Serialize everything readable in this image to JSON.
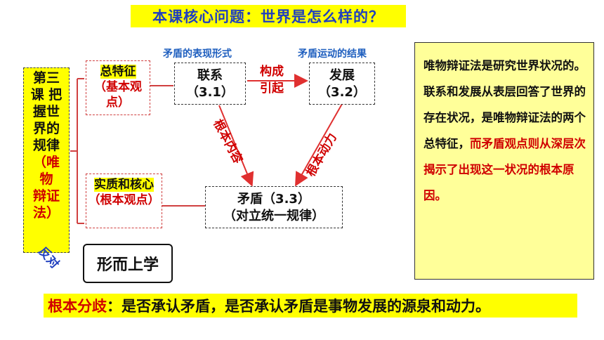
{
  "title": "本课核心问题：世界是怎么样的？",
  "left_column": {
    "lines": [
      "第三",
      "课 把",
      "握世",
      "界的",
      "规律"
    ],
    "red_lines": [
      "（唯",
      "物",
      "辩证",
      "法）"
    ]
  },
  "feature1": {
    "main": "总特征",
    "sub": "（基本观点）"
  },
  "feature2": {
    "main": "实质和核心",
    "sub": "（根本观点）"
  },
  "nodes": {
    "lianxi": {
      "name": "联系",
      "ref": "（3.1）"
    },
    "fazhan": {
      "name": "发展",
      "ref": "（3.2）"
    },
    "maodun": {
      "name": "矛盾（3.3）",
      "sub": "（对立统一规律）"
    }
  },
  "labels": {
    "form": "矛盾的表现形式",
    "result": "矛盾运动的结果",
    "cause": "构成引起",
    "content": "根本内容",
    "power": "根本动力",
    "opposite": "反对"
  },
  "metaphysics": "形而上学",
  "right_box": {
    "black": "唯物辩证法是研究世界状况的。联系和发展从表层回答了世界的存在状况，是唯物辩证法的两个总特征，",
    "red": "而矛盾观点则从深层次揭示了出现这一状况的根本原因。"
  },
  "bottom": {
    "label": "根本分歧",
    "text": "：是否承认矛盾，是否承认矛盾是事物发展的源泉和动力。"
  },
  "colors": {
    "highlight": "#ffff00",
    "accent_red": "#d00000",
    "blue": "#1f3fbf",
    "note_bg": "#ffff99"
  }
}
